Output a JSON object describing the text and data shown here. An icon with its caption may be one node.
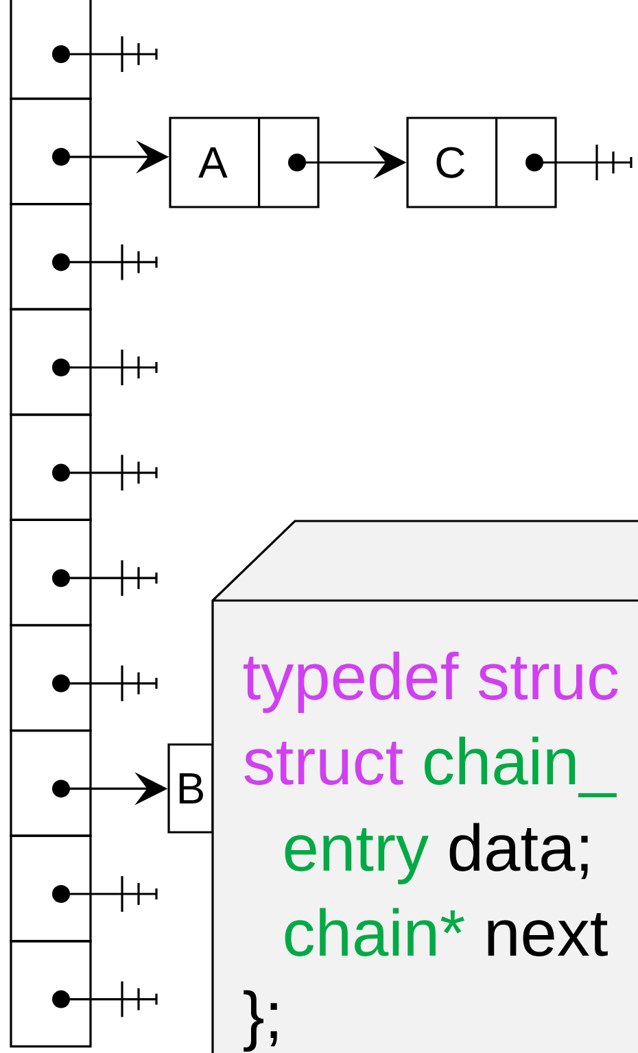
{
  "diagram": {
    "nodes": [
      {
        "text": [],
        "shape": "box"
      },
      {
        "text": [],
        "shape": "box"
      },
      {
        "text": [],
        "shape": "box"
      },
      {
        "text": [],
        "shape": "box"
      },
      {
        "text": [],
        "shape": "box"
      },
      {
        "text": [],
        "shape": "box"
      },
      {
        "text": [],
        "shape": "box"
      },
      {
        "text": [],
        "shape": "box"
      },
      {
        "text": [],
        "shape": "box"
      },
      {
        "text": [],
        "shape": "box"
      },
      {
        "text": [
          "A"
        ]
      },
      {
        "text": [
          "C"
        ]
      },
      {
        "text": [
          "B"
        ]
      },
      {
        "text": [
          "typedef struc",
          "struct",
          "chain_",
          "entry",
          "data;",
          "chain*",
          "next",
          "};"
        ]
      }
    ],
    "edges": [
      {
        "from": 0,
        "to": null,
        "arrow": "other"
      },
      {
        "from": 1,
        "to": 10,
        "arrow": "to"
      },
      {
        "from": 10,
        "to": 11,
        "arrow": "to"
      },
      {
        "from": 11,
        "to": null,
        "arrow": "other"
      },
      {
        "from": 2,
        "to": null,
        "arrow": "other"
      },
      {
        "from": 3,
        "to": null,
        "arrow": "other"
      },
      {
        "from": 4,
        "to": null,
        "arrow": "other"
      },
      {
        "from": 5,
        "to": null,
        "arrow": "other"
      },
      {
        "from": 6,
        "to": null,
        "arrow": "other"
      },
      {
        "from": 7,
        "to": 12,
        "arrow": "to"
      },
      {
        "from": 8,
        "to": null,
        "arrow": "other"
      },
      {
        "from": 9,
        "to": null,
        "arrow": "other"
      }
    ]
  }
}
